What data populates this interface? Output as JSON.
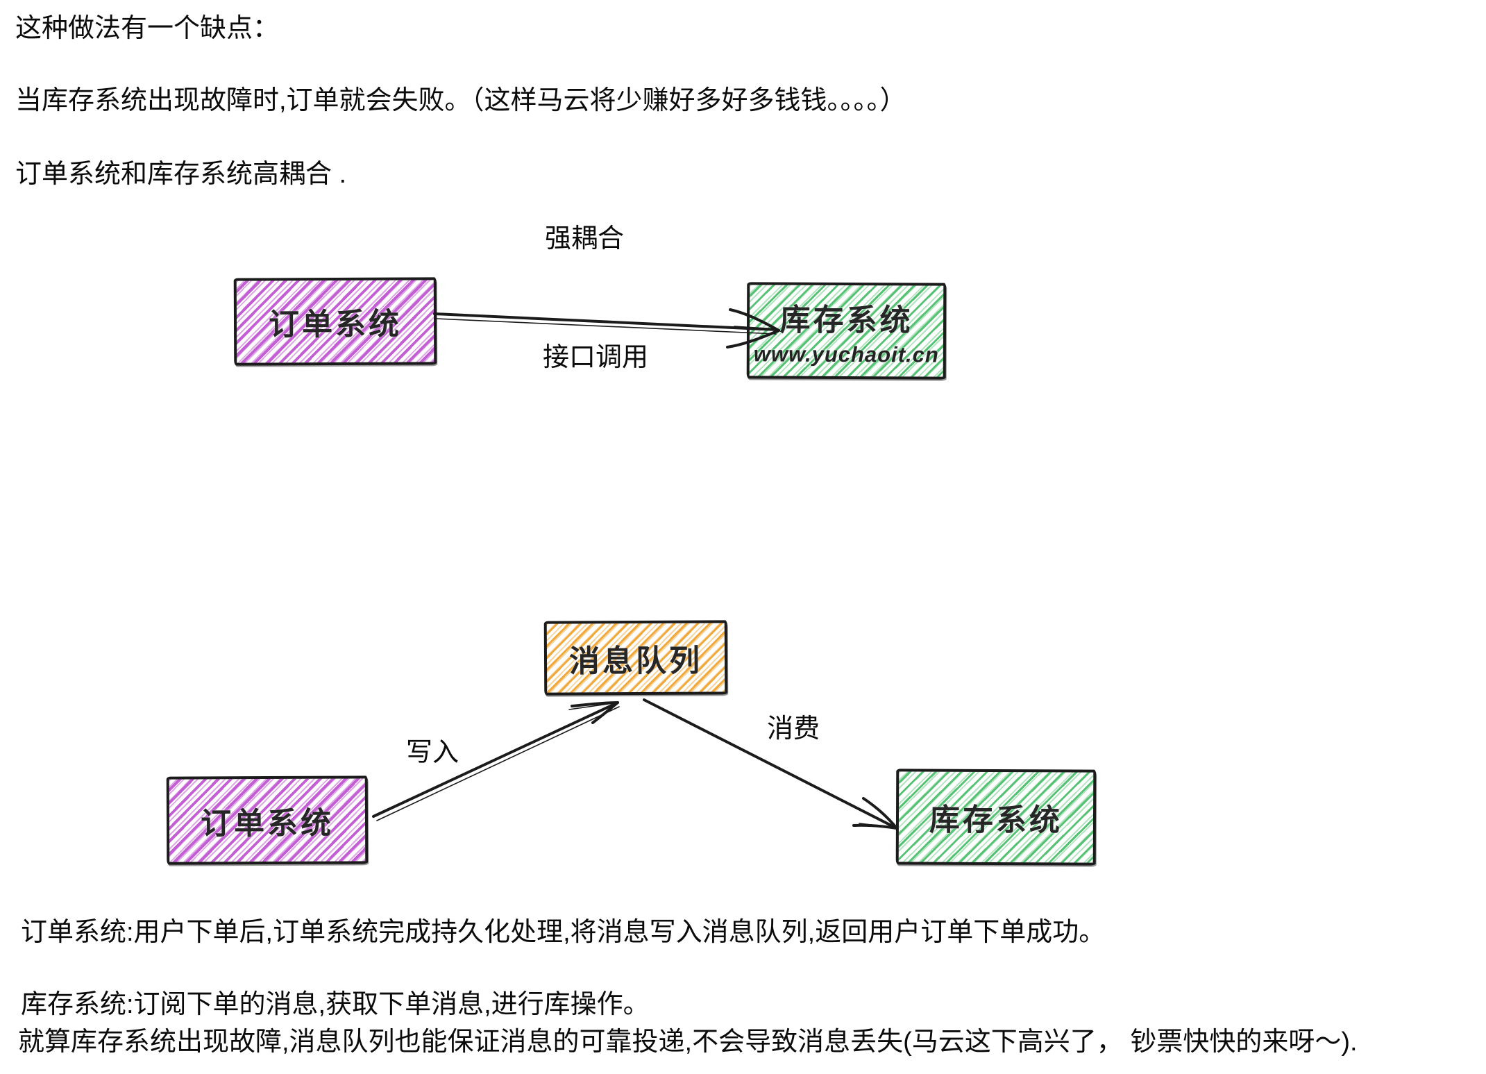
{
  "intro": {
    "line1": "这种做法有一个缺点：",
    "line2": "当库存系统出现故障时,订单就会失败。（这样马云将少赚好多好多钱钱。。。。）",
    "line3": "订单系统和库存系统高耦合 ."
  },
  "coupled_diagram": {
    "title_label": "强耦合",
    "arrow_label": "接口调用",
    "order_system": "订单系统",
    "inventory_system": "库存系统",
    "watermark": "www.yuchaoit.cn"
  },
  "mq_diagram": {
    "message_queue": "消息队列",
    "order_system": "订单系统",
    "inventory_system": "库存系统",
    "write_label": "写入",
    "consume_label": "消费"
  },
  "notes": {
    "line1": "订单系统:用户下单后,订单系统完成持久化处理,将消息写入消息队列,返回用户订单下单成功。",
    "line2": "库存系统:订阅下单的消息,获取下单消息,进行库操作。",
    "line3": "就算库存系统出现故障,消息队列也能保证消息的可靠投递,不会导致消息丢失(马云这下高兴了， 钞票快快的来呀～)."
  },
  "colors": {
    "order_hatch": "#c45ed4",
    "inventory_hatch": "#55c274",
    "queue_hatch": "#f2a93c",
    "ink": "#1b1b1b"
  }
}
